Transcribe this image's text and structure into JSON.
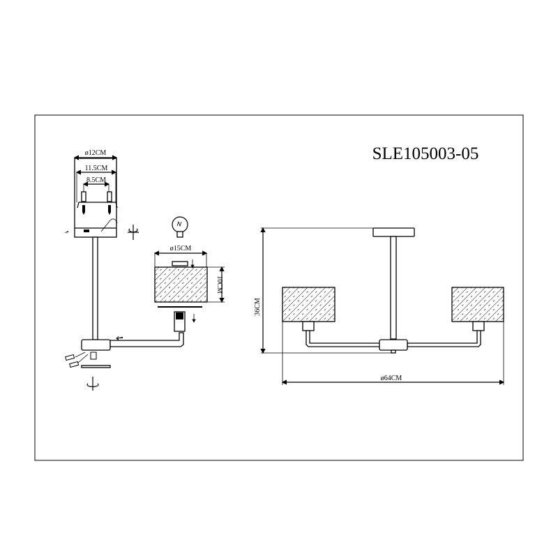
{
  "title": "SLE105003-05",
  "assembly_view": {
    "canopy_diameter": "ø12CM",
    "canopy_inner_width": "11.5CM",
    "bracket_hole_spacing": "8.5CM",
    "shade_diameter": "ø15CM",
    "shade_height": "10CM"
  },
  "front_view": {
    "overall_height": "36CM",
    "overall_diameter": "ø64CM"
  }
}
